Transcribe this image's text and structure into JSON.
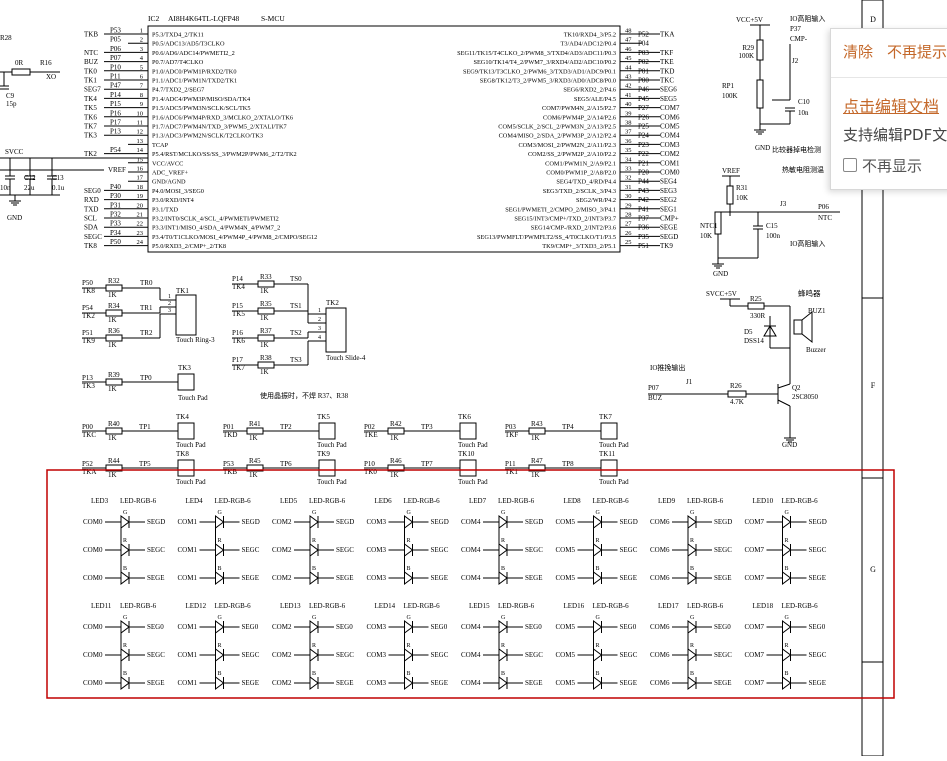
{
  "popup": {
    "clear": "清除",
    "no_prompt": "不再提示",
    "edit_link": "点击编辑文档",
    "desc": "支持编辑PDF文",
    "no_show": "不再显示"
  },
  "frame": {
    "zones": [
      "D",
      "E",
      "F",
      "G"
    ]
  },
  "mcu": {
    "ref": "IC2",
    "part": "AI8H4K64TL-LQFP48",
    "type": "S-MCU",
    "left_pins": [
      {
        "net": "TKB",
        "port": "P53",
        "num": "1",
        "name": "P5.3/TXD4_2/TK11"
      },
      {
        "net": "",
        "port": "P05",
        "num": "2",
        "name": "P0.5/ADC13/AD5/T3CLKO"
      },
      {
        "net": "NTC",
        "port": "P06",
        "num": "3",
        "name": "P0.6/AD6/ADC14/PWMETI2_2"
      },
      {
        "net": "BUZ",
        "port": "P07",
        "num": "4",
        "name": "P0.7/AD7/T4CLKO"
      },
      {
        "net": "TK0",
        "port": "P10",
        "num": "5",
        "name": "P1.0/ADC0/PWM1P/RXD2/TK0"
      },
      {
        "net": "TK1",
        "port": "P11",
        "num": "6",
        "name": "P1.1/ADC1/PWM1N/TXD2/TK1"
      },
      {
        "net": "SEG7",
        "port": "P47",
        "num": "7",
        "name": "P4.7/TXD2_2/SEG7"
      },
      {
        "net": "TK4",
        "port": "P14",
        "num": "8",
        "name": "P1.4/ADC4/PWM3P/MISO/SDA/TK4"
      },
      {
        "net": "TK5",
        "port": "P15",
        "num": "9",
        "name": "P1.5/ADC5/PWM3N/SCLK/SCL/TK5"
      },
      {
        "net": "TK6",
        "port": "P16",
        "num": "10",
        "name": "P1.6/ADC6/PWM4P/RXD_3/MCLKO_2/XTALO/TK6"
      },
      {
        "net": "TK7",
        "port": "P17",
        "num": "11",
        "name": "P1.7/ADC7/PWM4N/TXD_3/PWM5_2/XTALI/TK7"
      },
      {
        "net": "TK3",
        "port": "P13",
        "num": "12",
        "name": "P1.3/ADC3/PWM2N/SCLK/T2CLKO/TK3"
      },
      {
        "net": "",
        "port": "",
        "num": "13",
        "name": "TCAP"
      },
      {
        "net": "TK2",
        "port": "P54",
        "num": "14",
        "name": "P5.4/RST/MCLKO/SS/SS_3/PWM2P/PWM6_2/T2/TK2"
      },
      {
        "net": "",
        "port": "",
        "num": "15",
        "name": "VCC/AVCC"
      },
      {
        "net": "",
        "port": "",
        "num": "16",
        "name": "ADC_VREF+"
      },
      {
        "net": "",
        "port": "",
        "num": "17",
        "name": "GND/AGND"
      },
      {
        "net": "SEG0",
        "port": "P40",
        "num": "18",
        "name": "P4.0/MOSI_3/SEG0"
      },
      {
        "net": "RXD",
        "port": "P30",
        "num": "19",
        "name": "P3.0/RXD/INT4"
      },
      {
        "net": "TXD",
        "port": "P31",
        "num": "20",
        "name": "P3.1/TXD"
      },
      {
        "net": "SCL",
        "port": "P32",
        "num": "21",
        "name": "P3.2/INT0/SCLK_4/SCL_4/PWMETI/PWMETI2"
      },
      {
        "net": "SDA",
        "port": "P33",
        "num": "22",
        "name": "P3.3/INT1/MISO_4/SDA_4/PWM4N_4/PWM7_2"
      },
      {
        "net": "SEGC",
        "port": "P34",
        "num": "23",
        "name": "P3.4/T0/T1CLKO/MOSI_4/PWM4P_4/PWM8_2/CMPO/SEG12"
      },
      {
        "net": "TK8",
        "port": "P50",
        "num": "24",
        "name": "P5.0/RXD3_2/CMP+_2/TK8"
      }
    ],
    "right_pins": [
      {
        "num": "48",
        "port": "P52",
        "net": "TKA",
        "name": "TK10/RXD4_3/P5.2"
      },
      {
        "num": "47",
        "port": "P04",
        "net": "",
        "name": "T3/AD4/ADC12/P0.4"
      },
      {
        "num": "46",
        "port": "P03",
        "net": "TKF",
        "name": "SEG11/TK15/T4CLKO_2/PWM8_3/TXD4/AD3/ADC11/P0.3"
      },
      {
        "num": "45",
        "port": "P02",
        "net": "TKE",
        "name": "SEG10/TK14/T4_2/PWM7_3/RXD4/AD2/ADC10/P0.2"
      },
      {
        "num": "44",
        "port": "P01",
        "net": "TKD",
        "name": "SEG9/TK13/T3CLKO_2/PWM6_3/TXD3/AD1/ADC9/P0.1"
      },
      {
        "num": "43",
        "port": "P00",
        "net": "TKC",
        "name": "SEG8/TK12/T3_2/PWM5_3/RXD3/AD0/ADC8/P0.0"
      },
      {
        "num": "42",
        "port": "P46",
        "net": "SEG6",
        "name": "SEG6/RXD2_2/P4.6"
      },
      {
        "num": "41",
        "port": "P45",
        "net": "SEG5",
        "name": "SEG5/ALE/P4.5"
      },
      {
        "num": "40",
        "port": "P27",
        "net": "COM7",
        "name": "COM7/PWM4N_2/A15/P2.7"
      },
      {
        "num": "39",
        "port": "P26",
        "net": "COM6",
        "name": "COM6/PWM4P_2/A14/P2.6"
      },
      {
        "num": "38",
        "port": "P25",
        "net": "COM5",
        "name": "COM5/SCLK_2/SCL_2/PWM3N_2/A13/P2.5"
      },
      {
        "num": "37",
        "port": "P24",
        "net": "COM4",
        "name": "COM4/MISO_2/SDA_2/PWM3P_2/A12/P2.4"
      },
      {
        "num": "36",
        "port": "P23",
        "net": "COM3",
        "name": "COM3/MOSI_2/PWM2N_2/A11/P2.3"
      },
      {
        "num": "35",
        "port": "P22",
        "net": "COM2",
        "name": "COM2/SS_2/PWM2P_2/A10/P2.2"
      },
      {
        "num": "34",
        "port": "P21",
        "net": "COM1",
        "name": "COM1/PWM1N_2/A9/P2.1"
      },
      {
        "num": "33",
        "port": "P20",
        "net": "COM0",
        "name": "COM0/PWM1P_2/A8/P2.0"
      },
      {
        "num": "32",
        "port": "P44",
        "net": "SEG4",
        "name": "SEG4/TXD_4/RD/P4.4"
      },
      {
        "num": "31",
        "port": "P43",
        "net": "SEG3",
        "name": "SEG3/TXD_2/SCLK_3/P4.3"
      },
      {
        "num": "30",
        "port": "P42",
        "net": "SEG2",
        "name": "SEG2/WR/P4.2"
      },
      {
        "num": "29",
        "port": "P41",
        "net": "SEG1",
        "name": "SEG1/PWMETI_2/CMPO_2/MISO_3/P4.1"
      },
      {
        "num": "28",
        "port": "P37",
        "net": "CMP+",
        "name": "SEG15/INT3/CMP+/TXD_2/INT3/P3.7"
      },
      {
        "num": "27",
        "port": "P36",
        "net": "SEGE",
        "name": "SEG14/CMP-/RXD_2/INT2/P3.6"
      },
      {
        "num": "26",
        "port": "P35",
        "net": "SEGD",
        "name": "SEG13/PWMFLT/PWMFLT2/SS_4/T0CLKO/T1/P3.5"
      },
      {
        "num": "25",
        "port": "P51",
        "net": "TK9",
        "name": "TK9/CMP+_3/TXD3_2/P5.1"
      }
    ]
  },
  "topleft": {
    "r28": "R28",
    "r16": "R16",
    "r16_val": "0R",
    "xo": "XO",
    "c9": "C9",
    "c9_val": "15p",
    "svcc": "SVCC",
    "c11_val": "10n",
    "c12": "C12",
    "c12_val": "22u",
    "c13": "C13",
    "c13_val": "0.1u",
    "vref": "VREF",
    "gnd": "GND"
  },
  "touch_ring": {
    "rows": [
      {
        "net": "TK8",
        "port": "P50",
        "res": "R32",
        "val": "1K",
        "tp": "TR0"
      },
      {
        "net": "TK2",
        "port": "P54",
        "res": "R34",
        "val": "1K",
        "tp": "TR1"
      },
      {
        "net": "TK9",
        "port": "P51",
        "res": "R36",
        "val": "1K",
        "tp": "TR2"
      }
    ],
    "ref": "TK1",
    "label": "Touch Ring-3"
  },
  "touch_slide": {
    "rows": [
      {
        "net": "TK4",
        "port": "P14",
        "res": "R33",
        "val": "1K",
        "tp": "TS0"
      },
      {
        "net": "TK5",
        "port": "P15",
        "res": "R35",
        "val": "1K",
        "tp": "TS1"
      },
      {
        "net": "TK6",
        "port": "P16",
        "res": "R37",
        "val": "1K",
        "tp": "TS2"
      },
      {
        "net": "TK7",
        "port": "P17",
        "res": "R38",
        "val": "1K",
        "tp": "TS3"
      }
    ],
    "ref": "TK2",
    "label": "Touch Slide-4",
    "note": "使用晶振时，不焊 R37、R38"
  },
  "touch_pad3": {
    "net": "TK3",
    "port": "P13",
    "res": "R39",
    "val": "1K",
    "tp": "TP0",
    "ref": "TK3",
    "label": "Touch Pad"
  },
  "touch_pads": [
    {
      "port": "P00",
      "net": "TKC",
      "res": "R40",
      "val": "1K",
      "tp": "TP1",
      "ref": "TK4",
      "label": "Touch Pad"
    },
    {
      "port": "P01",
      "net": "TKD",
      "res": "R41",
      "val": "1K",
      "tp": "TP2",
      "ref": "TK5",
      "label": "Touch Pad"
    },
    {
      "port": "P02",
      "net": "TKE",
      "res": "R42",
      "val": "1K",
      "tp": "TP3",
      "ref": "TK6",
      "label": "Touch Pad"
    },
    {
      "port": "P03",
      "net": "TKF",
      "res": "R43",
      "val": "1K",
      "tp": "TP4",
      "ref": "TK7",
      "label": "Touch Pad"
    },
    {
      "port": "P52",
      "net": "TKA",
      "res": "R44",
      "val": "1K",
      "tp": "TP5",
      "ref": "TK8",
      "label": "Touch Pad"
    },
    {
      "port": "P53",
      "net": "TKB",
      "res": "R45",
      "val": "1K",
      "tp": "TP6",
      "ref": "TK9",
      "label": "Touch Pad"
    },
    {
      "port": "P10",
      "net": "TK0",
      "res": "R46",
      "val": "1K",
      "tp": "TP7",
      "ref": "TK10",
      "label": "Touch Pad"
    },
    {
      "port": "P11",
      "net": "TK1",
      "res": "R47",
      "val": "1K",
      "tp": "TP8",
      "ref": "TK11",
      "label": "Touch Pad"
    }
  ],
  "right_circuits": {
    "vcc5v": "VCC+5V",
    "io_hiz": "IO高阻输入",
    "r29": "R29",
    "r29_val": "100K",
    "p37": "P37",
    "cmp_minus": "CMP-",
    "j2": "J2",
    "rp1": "RP1",
    "rp1_val": "100K",
    "c10": "C10",
    "c10_val": "10n",
    "gnd": "GND",
    "cmp_note": "比较器掉电检测",
    "ntc_note": "热敏电阻测温",
    "vref": "VREF",
    "r31": "R31",
    "r31_val": "10K",
    "j3": "J3",
    "p06": "P06",
    "ntc": "NTC",
    "ntc1": "NTC1",
    "ntc1_val": "10K",
    "c15": "C15",
    "c15_val": "100n",
    "io_hiz2": "IO高阻输入",
    "svcc5v": "SVCC+5V",
    "buzzer_title": "蜂鸣器",
    "r25": "R25",
    "r25_val": "330R",
    "buz1": "BUZ1",
    "d5": "D5",
    "d5_part": "DSS14",
    "buzzer": "Buzzer",
    "push_out": "IO推挽输出",
    "p07": "P07",
    "buz": "BUZ",
    "j1": "J1",
    "r26": "R26",
    "r26_val": "4.7K",
    "q2": "Q2",
    "q2_part": "2SC8050"
  },
  "led_part": "LED-RGB-6",
  "led_row1": [
    "LED3",
    "LED4",
    "LED5",
    "LED6",
    "LED7",
    "LED8",
    "LED9",
    "LED10"
  ],
  "led_row2": [
    "LED11",
    "LED12",
    "LED13",
    "LED14",
    "LED15",
    "LED16",
    "LED17",
    "LED18"
  ],
  "led_coms": [
    "COM0",
    "COM1",
    "COM2",
    "COM3",
    "COM4",
    "COM5",
    "COM6",
    "COM7"
  ],
  "led_segs_row1": [
    "SEGD",
    "SEGC",
    "SEGE"
  ],
  "led_segs_row2": [
    "SEG0",
    "SEGC",
    "SEGE"
  ],
  "led_pins": [
    "G",
    "R",
    "B"
  ]
}
